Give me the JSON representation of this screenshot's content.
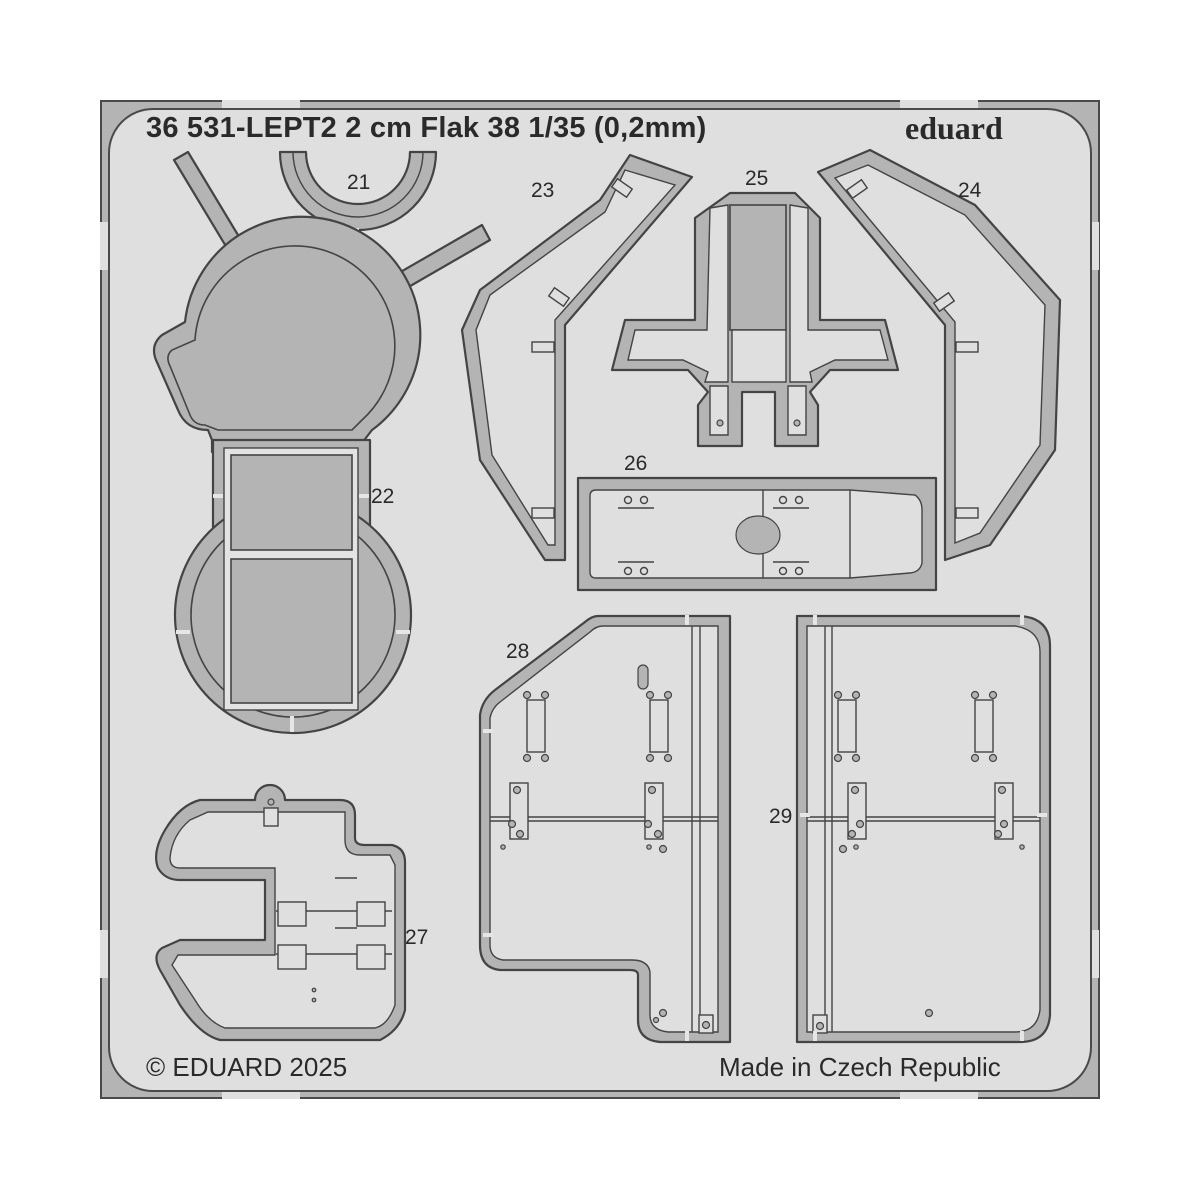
{
  "sheet": {
    "title": "36 531-LEPT2  2 cm Flak 38  1/35 (0,2mm)",
    "brand": "eduard",
    "copyright": "© EDUARD 2025",
    "origin": "Made in Czech Republic",
    "colors": {
      "background": "#ffffff",
      "fret": "#b4b4b4",
      "sheet": "#dfdfdf",
      "outline": "#444444",
      "text": "#2a2a2a"
    }
  },
  "parts": [
    {
      "id": "21",
      "label": "21"
    },
    {
      "id": "22",
      "label": "22"
    },
    {
      "id": "23",
      "label": "23"
    },
    {
      "id": "24",
      "label": "24"
    },
    {
      "id": "25",
      "label": "25"
    },
    {
      "id": "26",
      "label": "26"
    },
    {
      "id": "27",
      "label": "27"
    },
    {
      "id": "28",
      "label": "28"
    },
    {
      "id": "29",
      "label": "29"
    }
  ]
}
